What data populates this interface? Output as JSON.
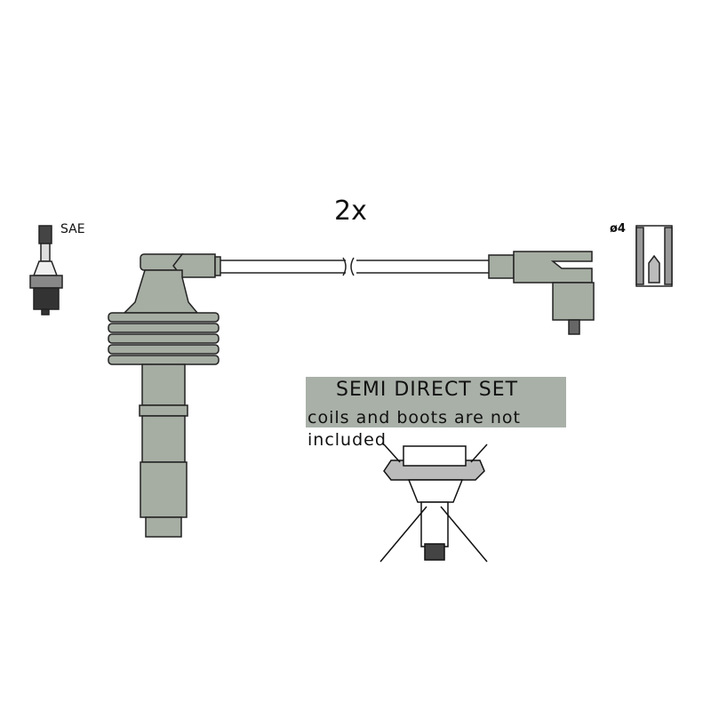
{
  "quantity_label": "2x",
  "spark_plug_label": "SAE",
  "terminal_label": "ø4",
  "note": {
    "title": "SEMI DIRECT SET",
    "line1": "coils and boots are not",
    "line2": "included"
  },
  "colors": {
    "part_fill": "#a6ada3",
    "note_background": "#a9b0a8",
    "outline": "#222222"
  }
}
